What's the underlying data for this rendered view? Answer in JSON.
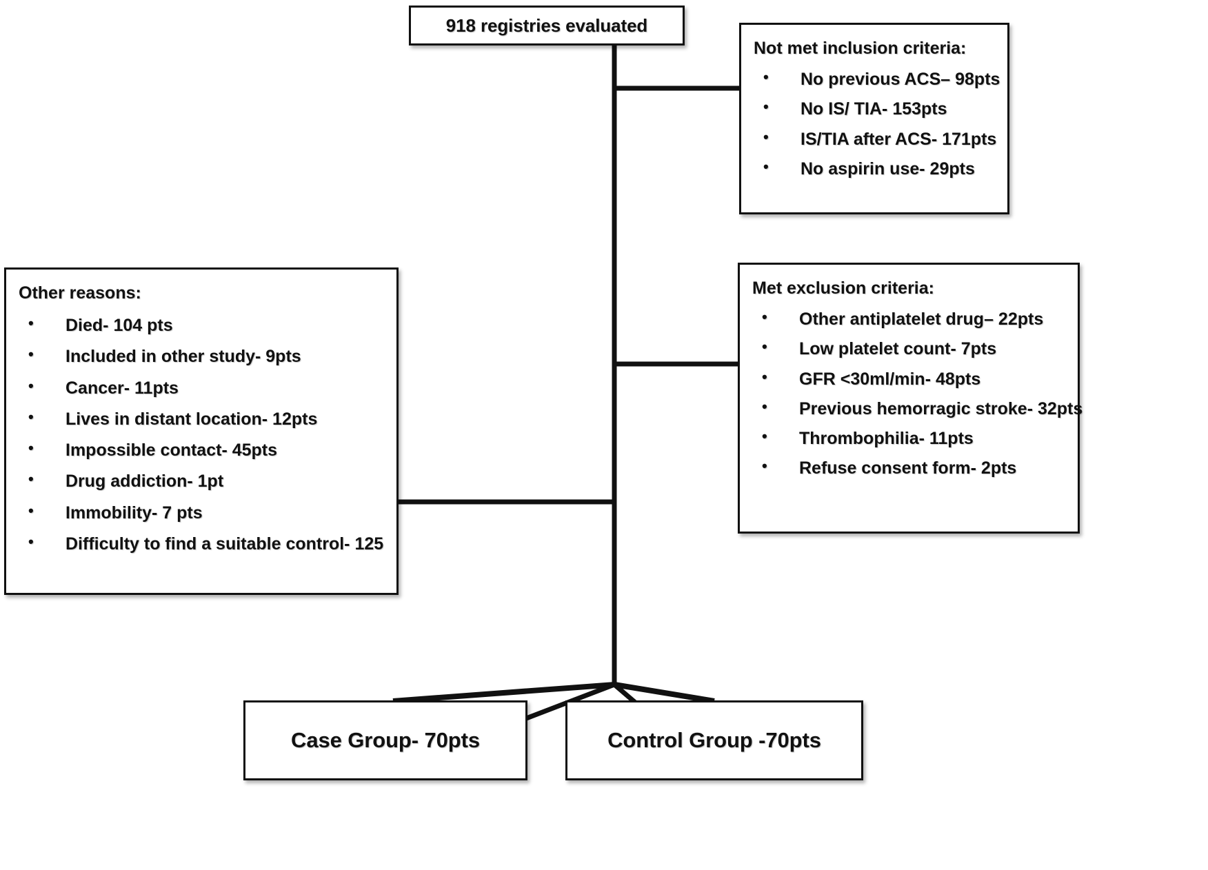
{
  "diagram": {
    "title": "Patient selection flow diagram",
    "line_color": "#111111",
    "box_border_color": "#111111",
    "background": "#ffffff"
  },
  "top_box": {
    "label": "918 registries evaluated"
  },
  "inclusion_box": {
    "heading": "Not met inclusion criteria:",
    "items": [
      "No previous ACS– 98pts",
      "No IS/ TIA- 153pts",
      "IS/TIA after ACS- 171pts",
      "No aspirin use- 29pts"
    ]
  },
  "exclusion_box": {
    "heading": "Met exclusion criteria:",
    "items": [
      "Other antiplatelet drug– 22pts",
      "Low platelet count- 7pts",
      "GFR <30ml/min- 48pts",
      "Previous hemorragic stroke- 32pts",
      "Thrombophilia- 11pts",
      "Refuse consent form- 2pts"
    ]
  },
  "other_box": {
    "heading": "Other reasons:",
    "items": [
      "Died- 104 pts",
      "Included in other study- 9pts",
      "Cancer- 11pts",
      "Lives in distant location- 12pts",
      "Impossible contact- 45pts",
      "Drug addiction- 1pt",
      "Immobility- 7 pts",
      "Difficulty to find a suitable control-  125"
    ]
  },
  "case_box": {
    "label": "Case Group- 70pts"
  },
  "control_box": {
    "label": "Control  Group -70pts"
  }
}
